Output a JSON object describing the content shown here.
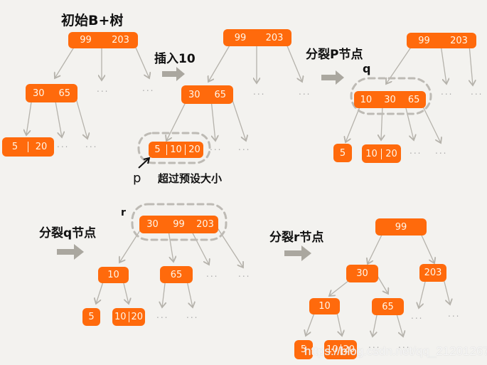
{
  "titles": {
    "initial": "初始B+树",
    "insert": "插入10",
    "split_p": "分裂P节点",
    "split_q": "分裂q节点",
    "split_r": "分裂r节点",
    "overflow": "超过预设大小",
    "label_p": "p",
    "label_q": "q",
    "label_r": "r"
  },
  "stage1": {
    "root": [
      "99",
      "203"
    ],
    "internal": [
      "30",
      "65"
    ],
    "leaf": [
      "5",
      "20"
    ]
  },
  "stage2": {
    "root": [
      "99",
      "203"
    ],
    "internal": [
      "30",
      "65"
    ],
    "leaf": [
      "5",
      "10",
      "20"
    ]
  },
  "stage3": {
    "root": [
      "99",
      "203"
    ],
    "internal": [
      "10",
      "30",
      "65"
    ],
    "leaf_a": [
      "5"
    ],
    "leaf_b": [
      "10",
      "20"
    ]
  },
  "stage4": {
    "root": [
      "30",
      "99",
      "203"
    ],
    "internal_a": [
      "10"
    ],
    "internal_b": [
      "65"
    ],
    "leaf_a": [
      "5"
    ],
    "leaf_b": [
      "10",
      "20"
    ]
  },
  "stage5": {
    "root": [
      "99"
    ],
    "mid_a": [
      "30"
    ],
    "mid_b": [
      "203"
    ],
    "internal_a": [
      "10"
    ],
    "internal_b": [
      "65"
    ],
    "leaf_a": [
      "5"
    ],
    "leaf_b": [
      "10",
      "20"
    ]
  },
  "ellipsis": "...",
  "watermark": "https://blog.csdn.net/qq_21201267",
  "colors": {
    "node": "#ff6a0c",
    "arrow": "#b5b2ab",
    "background": "#f3f2ef",
    "dash": "#bdbab4"
  }
}
